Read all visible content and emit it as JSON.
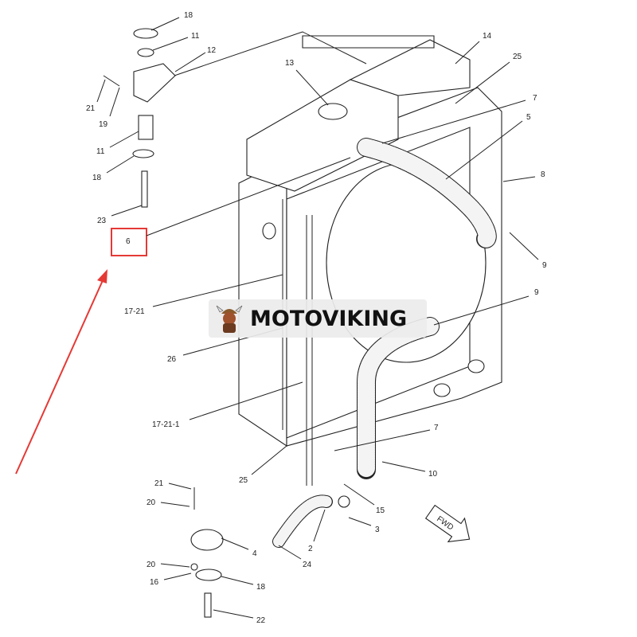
{
  "callouts": {
    "c18a": "18",
    "c11a": "11",
    "c12": "12",
    "c21a": "21",
    "c19": "19",
    "c11b": "11",
    "c18b": "18",
    "c23": "23",
    "c6": "6",
    "c13": "13",
    "c14": "14",
    "c25a": "25",
    "c7a": "7",
    "c5": "5",
    "c8": "8",
    "c9a": "9",
    "c1721": "17-21",
    "c9b": "9",
    "c26": "26",
    "c17211": "17-21-1",
    "c7b": "7",
    "c10": "10",
    "c25b": "25",
    "c15": "15",
    "c3": "3",
    "c2": "2",
    "c24": "24",
    "c21b": "21",
    "c20a": "20",
    "c4": "4",
    "c20b": "20",
    "c16": "16",
    "c18c": "18",
    "c22": "22"
  },
  "fwd_label": "FWD",
  "watermark": "MOTOVIKING",
  "colors": {
    "highlight": "#e53935",
    "line": "#222222"
  }
}
